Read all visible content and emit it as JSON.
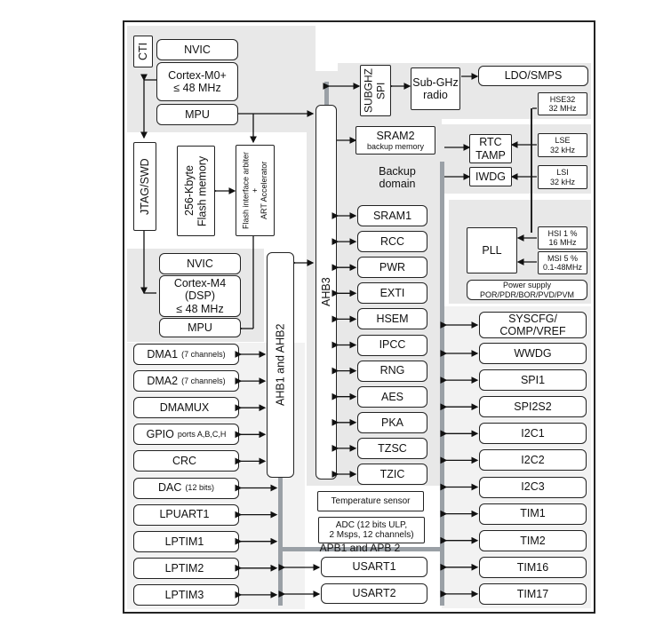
{
  "blocks": {
    "cti": "CTI",
    "nvic_m0": "NVIC",
    "cortex_m0": "Cortex-M0+\n≤ 48 MHz",
    "mpu_m0": "MPU",
    "jtag": "JTAG/SWD",
    "flash_memory": "256-Kbyte\nFlash memory",
    "flash_arbiter": "Flash interface arbiter\n+\nART Accelerator",
    "nvic_m4": "NVIC",
    "cortex_m4": "Cortex-M4\n(DSP)\n≤ 48 MHz",
    "mpu_m4": "MPU",
    "ahb3": "AHB3",
    "ahb1_ahb2": "AHB1 and AHB2",
    "subghz_spi": "SUBGHZ\nSPI",
    "subghz_radio": "Sub-GHz\nradio",
    "ldo_smps": "LDO/SMPS",
    "hse32": "HSE32\n32 MHz",
    "sram2": "SRAM2",
    "sram2_sub": "backup memory",
    "rtc_tamp": "RTC\nTAMP",
    "lse": "LSE\n32 kHz",
    "backup_domain": "Backup\ndomain",
    "iwdg": "IWDG",
    "lsi": "LSI\n32 kHz",
    "pll": "PLL",
    "hsi": "HSI 1 %\n16 MHz",
    "msi": "MSI 5 %\n0.1-48MHz",
    "power_supply": "Power supply\nPOR/PDR/BOR/PVD/PVM",
    "temp_sensor": "Temperature sensor",
    "adc": "ADC (12 bits ULP,\n2 Msps, 12 channels)",
    "apb_label": "APB1 and APB 2"
  },
  "ahb3_peripherals": [
    "SRAM1",
    "RCC",
    "PWR",
    "EXTI",
    "HSEM",
    "IPCC",
    "RNG",
    "AES",
    "PKA",
    "TZSC",
    "TZIC"
  ],
  "left_peripherals": [
    {
      "name": "DMA1",
      "detail": "(7 channels)"
    },
    {
      "name": "DMA2",
      "detail": "(7 channels)"
    },
    {
      "name": "DMAMUX",
      "detail": ""
    },
    {
      "name": "GPIO",
      "detail": "ports A,B,C,H"
    },
    {
      "name": "CRC",
      "detail": ""
    },
    {
      "name": "DAC",
      "detail": "(12 bits)"
    },
    {
      "name": "LPUART1",
      "detail": ""
    },
    {
      "name": "LPTIM1",
      "detail": ""
    },
    {
      "name": "LPTIM2",
      "detail": ""
    },
    {
      "name": "LPTIM3",
      "detail": ""
    }
  ],
  "center_bottom": [
    "USART1",
    "USART2"
  ],
  "right_peripherals": [
    "SYSCFG/\nCOMP/VREF",
    "WWDG",
    "SPI1",
    "SPI2S2",
    "I2C1",
    "I2C2",
    "I2C3",
    "TIM1",
    "TIM2",
    "TIM16",
    "TIM17"
  ]
}
